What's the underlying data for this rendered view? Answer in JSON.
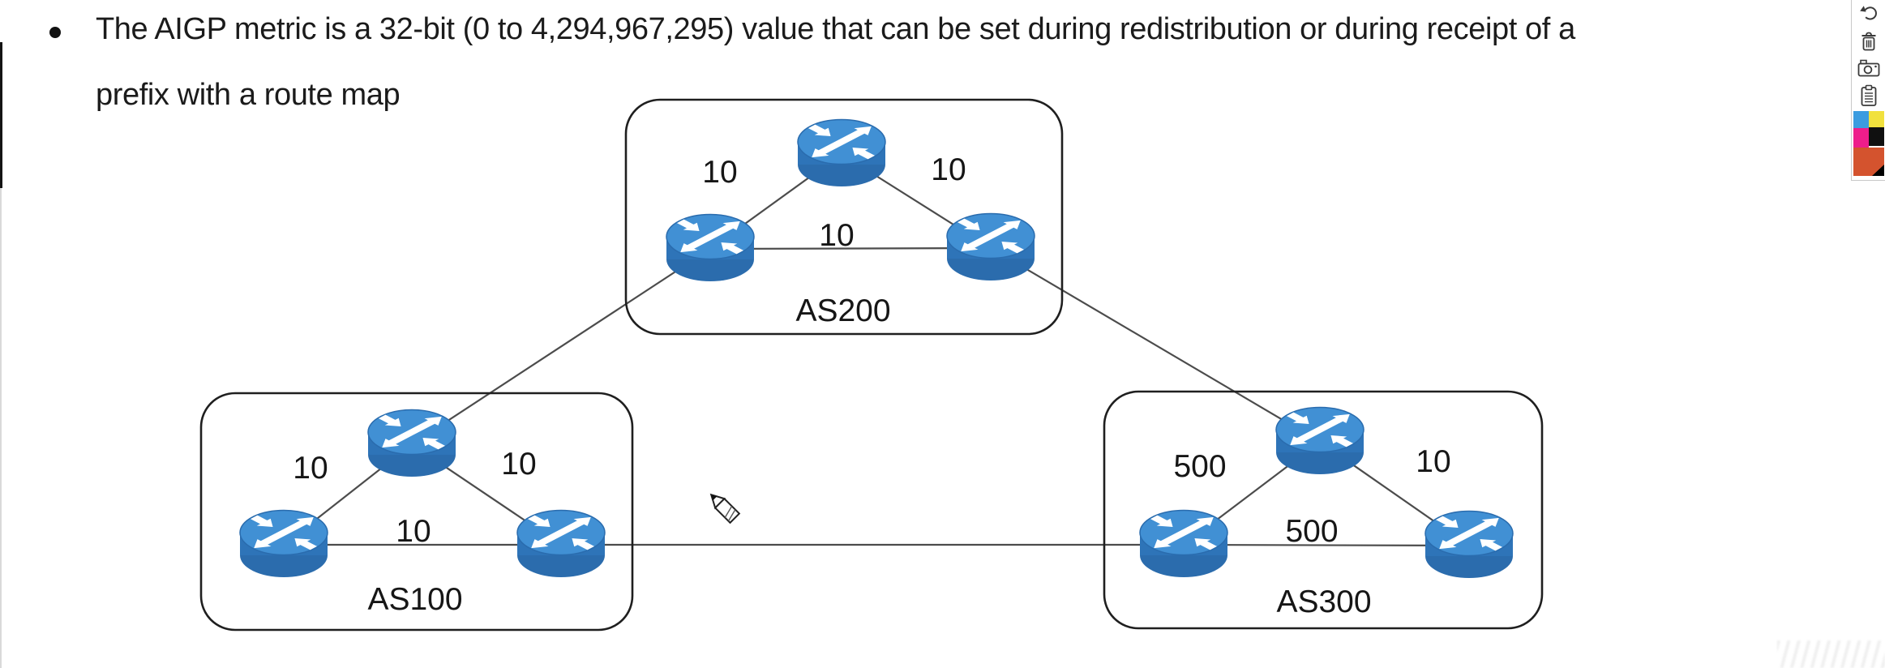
{
  "slide": {
    "bullet_lines": [
      "The AIGP metric is a 32-bit (0 to 4,294,967,295) value that can be set during redistribution or during receipt of a",
      "prefix with a route map"
    ]
  },
  "diagram": {
    "as100": {
      "name": "AS100",
      "cost_left": "10",
      "cost_right": "10",
      "cost_bottom": "10"
    },
    "as200": {
      "name": "AS200",
      "cost_left": "10",
      "cost_right": "10",
      "cost_bottom": "10"
    },
    "as300": {
      "name": "AS300",
      "cost_left": "500",
      "cost_right": "10",
      "cost_bottom": "500"
    }
  },
  "toolbar": {
    "tools": [
      "undo",
      "delete",
      "camera",
      "clipboard"
    ],
    "palette": {
      "blue": "#3b9ce0",
      "yellow": "#f1e13d",
      "magenta": "#ee1d8b",
      "black": "#101010",
      "orange": "#d4532e"
    }
  },
  "colors": {
    "router_top": "#4190d4",
    "router_side": "#2e74b8",
    "router_bottom": "#2b6cad",
    "link_line": "#4c4c4c",
    "box_border": "#1f1f1f"
  }
}
